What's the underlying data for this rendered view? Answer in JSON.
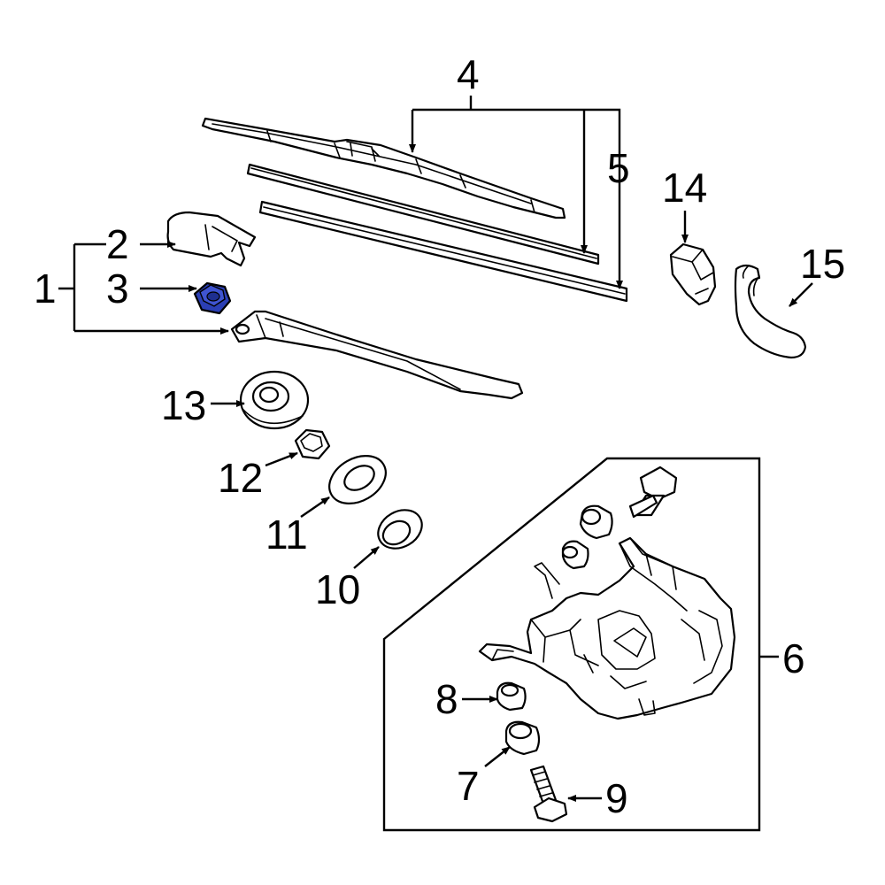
{
  "diagram": {
    "callouts": {
      "c1": "1",
      "c2": "2",
      "c3": "3",
      "c4": "4",
      "c5": "5",
      "c6": "6",
      "c7": "7",
      "c8": "8",
      "c9": "9",
      "c10": "10",
      "c11": "11",
      "c12": "12",
      "c13": "13",
      "c14": "14",
      "c15": "15"
    },
    "colors": {
      "line": "#000000",
      "background": "#ffffff",
      "highlight": "#2b3fb5"
    },
    "highlighted_part": "3"
  }
}
